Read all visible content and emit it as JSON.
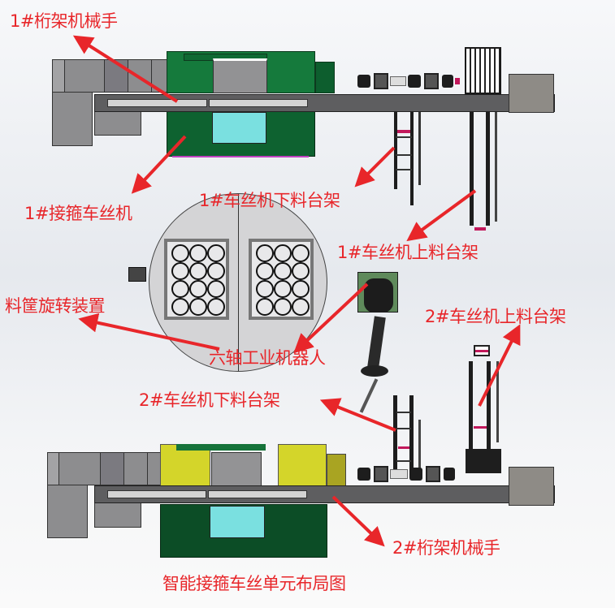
{
  "diagram": {
    "title": "智能接箍车丝单元布局图",
    "type": "equipment-layout",
    "accent_color": "#e8262a",
    "labels": {
      "gantry_1": "1#桁架机械手",
      "coupling_lathe_1": "1#接箍车丝机",
      "unload_rack_1": "1#车丝机下料台架",
      "load_rack_1": "1#车丝机上料台架",
      "basket_rotator": "料筐旋转装置",
      "robot": "六轴工业机器人",
      "load_rack_2": "2#车丝机上料台架",
      "unload_rack_2": "2#车丝机下料台架",
      "gantry_2": "2#桁架机械手"
    },
    "basket_grid": {
      "rows": 4,
      "cols": 3,
      "baskets": 2
    },
    "colors": {
      "machine_1_body": "#157a3c",
      "machine_2_top": "#d4d52a",
      "machine_base": "#0c4d26",
      "window": "#7ae0e0",
      "marker": "#c2185b"
    }
  }
}
